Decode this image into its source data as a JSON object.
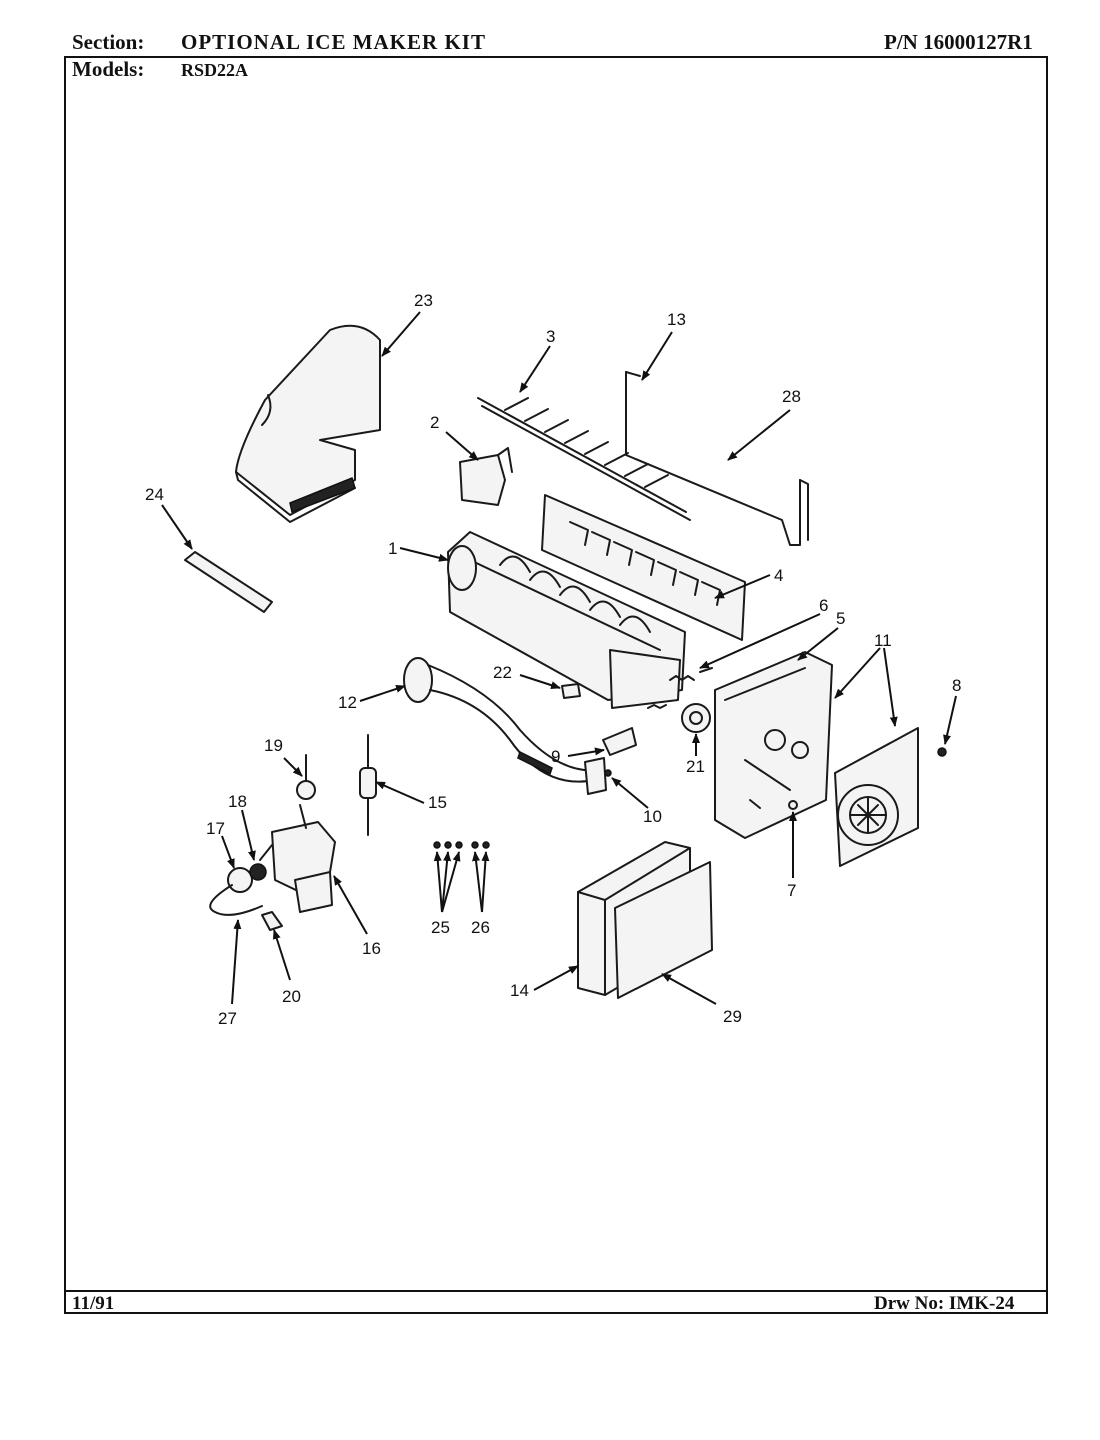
{
  "header": {
    "section_label": "Section:",
    "section_value": "OPTIONAL ICE MAKER KIT",
    "part_number": "P/N 16000127R1",
    "models_label": "Models:",
    "models_value": "RSD22A"
  },
  "footer": {
    "date": "11/91",
    "drawing_number": "Drw No: IMK-24"
  },
  "callouts": [
    "1",
    "2",
    "3",
    "4",
    "5",
    "6",
    "7",
    "8",
    "9",
    "10",
    "11",
    "12",
    "13",
    "14",
    "15",
    "16",
    "17",
    "18",
    "19",
    "20",
    "21",
    "22",
    "23",
    "24",
    "25",
    "26",
    "27",
    "28",
    "29"
  ]
}
